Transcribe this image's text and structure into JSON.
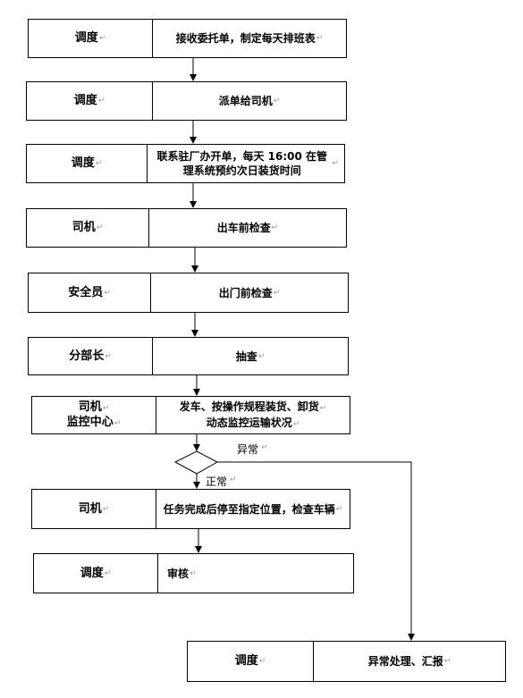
{
  "paragraph_mark": "↵",
  "steps": [
    {
      "role": "调度",
      "task": "接收委托单，制定每天排班表"
    },
    {
      "role": "调度",
      "task": "派单给司机"
    },
    {
      "role": "调度",
      "task": "联系驻厂办开单，每天 16:00 在管理系统预约次日装货时间"
    },
    {
      "role": "司机",
      "task": "出车前检查"
    },
    {
      "role": "安全员",
      "task": "出门前检查"
    },
    {
      "role": "分部长",
      "task": "抽查"
    },
    {
      "role": "司机",
      "role2": "监控中心",
      "task": "发车、按操作规程装货、卸货",
      "task2": "动态监控运输状况"
    },
    {
      "role": "司机",
      "task": "任务完成后停至指定位置，检查车辆"
    },
    {
      "role": "调度",
      "task": "审核"
    },
    {
      "role": "调度",
      "task": "异常处理、汇报"
    }
  ],
  "decision": {
    "abnormal_label": "异常",
    "normal_label": "正常"
  }
}
